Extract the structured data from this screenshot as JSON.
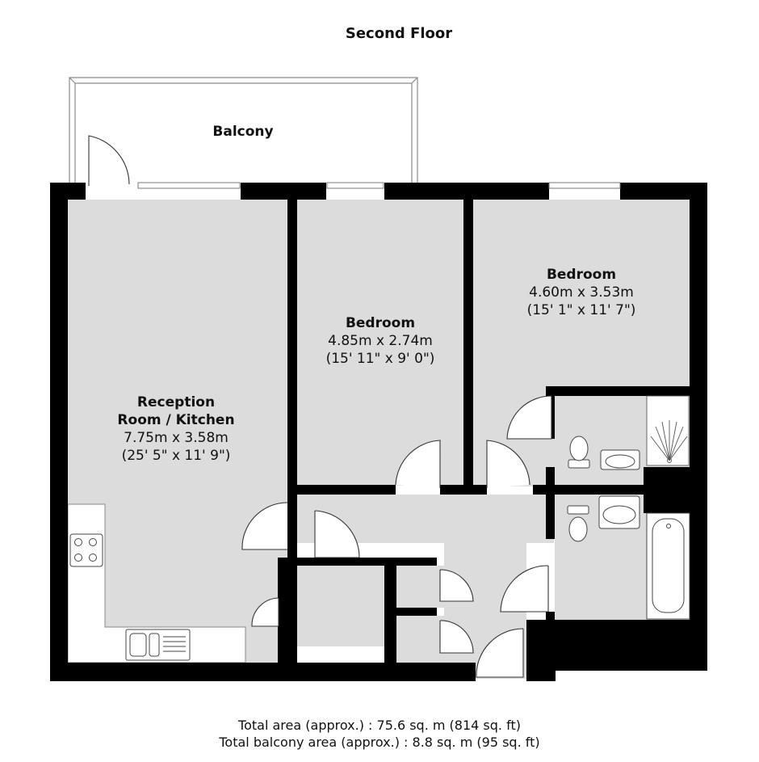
{
  "floor": {
    "title": "Second Floor"
  },
  "balcony": {
    "name": "Balcony"
  },
  "rooms": {
    "reception": {
      "name_line1": "Reception",
      "name_line2": "Room / Kitchen",
      "metric": "7.75m x 3.58m",
      "imperial": "(25' 5\" x 11' 9\")"
    },
    "bedroom_middle": {
      "name": "Bedroom",
      "metric": "4.85m x 2.74m",
      "imperial": "(15' 11\" x 9' 0\")"
    },
    "bedroom_right": {
      "name": "Bedroom",
      "metric": "4.60m x 3.53m",
      "imperial": "(15' 1\" x 11' 7\")"
    }
  },
  "totals": {
    "total_area": "Total area (approx.) : 75.6 sq. m (814 sq. ft)",
    "balcony_area": "Total balcony area (approx.) : 8.8 sq. m (95 sq. ft)"
  }
}
